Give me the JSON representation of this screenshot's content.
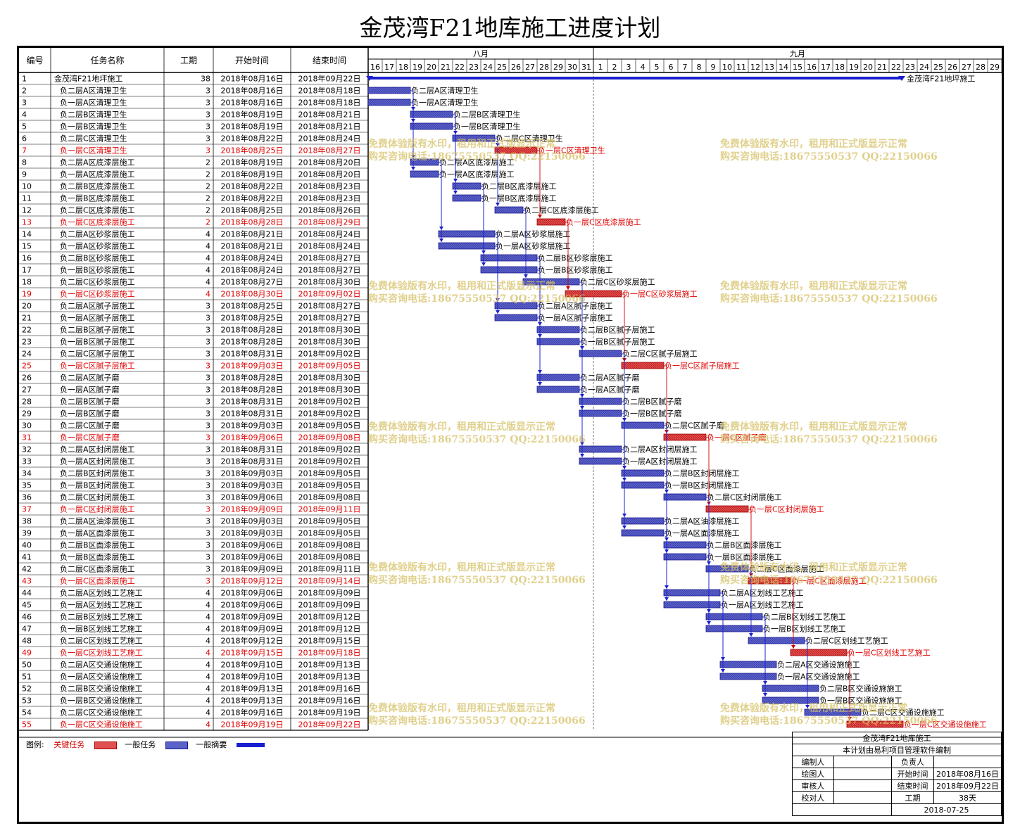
{
  "title": "金茂湾F21地库施工进度计划",
  "headers": {
    "id": "编号",
    "name": "任务名称",
    "duration": "工期",
    "start": "开始时间",
    "end": "结束时间"
  },
  "months": [
    {
      "label": "八月",
      "from": "08-16",
      "to": "08-31"
    },
    {
      "label": "九月",
      "from": "09-01",
      "to": "09-29"
    }
  ],
  "day_labels": [
    "16",
    "17",
    "18",
    "19",
    "20",
    "21",
    "22",
    "23",
    "24",
    "25",
    "26",
    "27",
    "28",
    "29",
    "30",
    "31",
    "1",
    "2",
    "3",
    "4",
    "5",
    "6",
    "7",
    "8",
    "9",
    "10",
    "11",
    "12",
    "13",
    "14",
    "15",
    "16",
    "17",
    "18",
    "19",
    "20",
    "21",
    "22",
    "23",
    "24",
    "25",
    "26",
    "27",
    "28",
    "29"
  ],
  "colors": {
    "critical": "#e05050",
    "critical_text": "#e00000",
    "normal": "#5b63c8",
    "summary": "#1a20d0",
    "link_blue": "#1a20d0",
    "link_red": "#d00000"
  },
  "chart_data": {
    "type": "gantt",
    "title": "金茂湾F21地库施工进度计划",
    "x_range": [
      "2018-08-16",
      "2018-09-29"
    ],
    "tasks": [
      {
        "id": "1",
        "name": "金茂湾F21地坪施工",
        "duration": 38,
        "start": "2018年08月16日",
        "end": "2018年09月22日",
        "kind": "summary"
      },
      {
        "id": "2",
        "name": "负二层A区清理卫生",
        "duration": 3,
        "start": "2018年08月16日",
        "end": "2018年08月18日",
        "kind": "normal"
      },
      {
        "id": "3",
        "name": "负一层A区清理卫生",
        "duration": 3,
        "start": "2018年08月16日",
        "end": "2018年08月18日",
        "kind": "normal"
      },
      {
        "id": "4",
        "name": "负二层B区清理卫生",
        "duration": 3,
        "start": "2018年08月19日",
        "end": "2018年08月21日",
        "kind": "normal"
      },
      {
        "id": "5",
        "name": "负一层B区清理卫生",
        "duration": 3,
        "start": "2018年08月19日",
        "end": "2018年08月21日",
        "kind": "normal"
      },
      {
        "id": "6",
        "name": "负二层C区清理卫生",
        "duration": 3,
        "start": "2018年08月22日",
        "end": "2018年08月24日",
        "kind": "normal"
      },
      {
        "id": "7",
        "name": "负一层C区清理卫生",
        "duration": 3,
        "start": "2018年08月25日",
        "end": "2018年08月27日",
        "kind": "critical"
      },
      {
        "id": "8",
        "name": "负二层A区底漆层施工",
        "duration": 2,
        "start": "2018年08月19日",
        "end": "2018年08月20日",
        "kind": "normal"
      },
      {
        "id": "9",
        "name": "负一层A区底漆层施工",
        "duration": 2,
        "start": "2018年08月19日",
        "end": "2018年08月20日",
        "kind": "normal"
      },
      {
        "id": "10",
        "name": "负二层B区底漆层施工",
        "duration": 2,
        "start": "2018年08月22日",
        "end": "2018年08月23日",
        "kind": "normal"
      },
      {
        "id": "11",
        "name": "负一层B区底漆层施工",
        "duration": 2,
        "start": "2018年08月22日",
        "end": "2018年08月23日",
        "kind": "normal"
      },
      {
        "id": "12",
        "name": "负二层C区底漆层施工",
        "duration": 2,
        "start": "2018年08月25日",
        "end": "2018年08月26日",
        "kind": "normal"
      },
      {
        "id": "13",
        "name": "负一层C区底漆层施工",
        "duration": 2,
        "start": "2018年08月28日",
        "end": "2018年08月29日",
        "kind": "critical"
      },
      {
        "id": "14",
        "name": "负二层A区砂浆层施工",
        "duration": 4,
        "start": "2018年08月21日",
        "end": "2018年08月24日",
        "kind": "normal"
      },
      {
        "id": "15",
        "name": "负一层A区砂浆层施工",
        "duration": 4,
        "start": "2018年08月21日",
        "end": "2018年08月24日",
        "kind": "normal"
      },
      {
        "id": "16",
        "name": "负二层B区砂浆层施工",
        "duration": 4,
        "start": "2018年08月24日",
        "end": "2018年08月27日",
        "kind": "normal"
      },
      {
        "id": "17",
        "name": "负一层B区砂浆层施工",
        "duration": 4,
        "start": "2018年08月24日",
        "end": "2018年08月27日",
        "kind": "normal"
      },
      {
        "id": "18",
        "name": "负二层C区砂浆层施工",
        "duration": 4,
        "start": "2018年08月27日",
        "end": "2018年08月30日",
        "kind": "normal"
      },
      {
        "id": "19",
        "name": "负一层C区砂浆层施工",
        "duration": 4,
        "start": "2018年08月30日",
        "end": "2018年09月02日",
        "kind": "critical"
      },
      {
        "id": "20",
        "name": "负二层A区腻子层施工",
        "duration": 3,
        "start": "2018年08月25日",
        "end": "2018年08月27日",
        "kind": "normal"
      },
      {
        "id": "21",
        "name": "负一层A区腻子层施工",
        "duration": 3,
        "start": "2018年08月25日",
        "end": "2018年08月27日",
        "kind": "normal"
      },
      {
        "id": "22",
        "name": "负二层B区腻子层施工",
        "duration": 3,
        "start": "2018年08月28日",
        "end": "2018年08月30日",
        "kind": "normal"
      },
      {
        "id": "23",
        "name": "负一层B区腻子层施工",
        "duration": 3,
        "start": "2018年08月28日",
        "end": "2018年08月30日",
        "kind": "normal"
      },
      {
        "id": "24",
        "name": "负二层C区腻子层施工",
        "duration": 3,
        "start": "2018年08月31日",
        "end": "2018年09月02日",
        "kind": "normal"
      },
      {
        "id": "25",
        "name": "负一层C区腻子层施工",
        "duration": 3,
        "start": "2018年09月03日",
        "end": "2018年09月05日",
        "kind": "critical"
      },
      {
        "id": "26",
        "name": "负二层A区腻子磨",
        "duration": 3,
        "start": "2018年08月28日",
        "end": "2018年08月30日",
        "kind": "normal"
      },
      {
        "id": "27",
        "name": "负一层A区腻子磨",
        "duration": 3,
        "start": "2018年08月28日",
        "end": "2018年08月30日",
        "kind": "normal"
      },
      {
        "id": "28",
        "name": "负二层B区腻子磨",
        "duration": 3,
        "start": "2018年08月31日",
        "end": "2018年09月02日",
        "kind": "normal"
      },
      {
        "id": "29",
        "name": "负一层B区腻子磨",
        "duration": 3,
        "start": "2018年08月31日",
        "end": "2018年09月02日",
        "kind": "normal"
      },
      {
        "id": "30",
        "name": "负二层C区腻子磨",
        "duration": 3,
        "start": "2018年09月03日",
        "end": "2018年09月05日",
        "kind": "normal"
      },
      {
        "id": "31",
        "name": "负一层C区腻子磨",
        "duration": 3,
        "start": "2018年09月06日",
        "end": "2018年09月08日",
        "kind": "critical"
      },
      {
        "id": "32",
        "name": "负二层A区封闭层施工",
        "duration": 3,
        "start": "2018年08月31日",
        "end": "2018年09月02日",
        "kind": "normal"
      },
      {
        "id": "33",
        "name": "负一层A区封闭层施工",
        "duration": 3,
        "start": "2018年08月31日",
        "end": "2018年09月02日",
        "kind": "normal"
      },
      {
        "id": "34",
        "name": "负二层B区封闭层施工",
        "duration": 3,
        "start": "2018年09月03日",
        "end": "2018年09月05日",
        "kind": "normal"
      },
      {
        "id": "35",
        "name": "负一层B区封闭层施工",
        "duration": 3,
        "start": "2018年09月03日",
        "end": "2018年09月05日",
        "kind": "normal"
      },
      {
        "id": "36",
        "name": "负二层C区封闭层施工",
        "duration": 3,
        "start": "2018年09月06日",
        "end": "2018年09月08日",
        "kind": "normal"
      },
      {
        "id": "37",
        "name": "负一层C区封闭层施工",
        "duration": 3,
        "start": "2018年09月09日",
        "end": "2018年09月11日",
        "kind": "critical"
      },
      {
        "id": "38",
        "name": "负二层A区油漆层施工",
        "duration": 3,
        "start": "2018年09月03日",
        "end": "2018年09月05日",
        "kind": "normal"
      },
      {
        "id": "39",
        "name": "负一层A区面漆层施工",
        "duration": 3,
        "start": "2018年09月03日",
        "end": "2018年09月05日",
        "kind": "normal"
      },
      {
        "id": "40",
        "name": "负二层B区面漆层施工",
        "duration": 3,
        "start": "2018年09月06日",
        "end": "2018年09月08日",
        "kind": "normal"
      },
      {
        "id": "41",
        "name": "负一层B区面漆层施工",
        "duration": 3,
        "start": "2018年09月06日",
        "end": "2018年09月08日",
        "kind": "normal"
      },
      {
        "id": "42",
        "name": "负二层C区面漆层施工",
        "duration": 3,
        "start": "2018年09月09日",
        "end": "2018年09月11日",
        "kind": "normal"
      },
      {
        "id": "43",
        "name": "负一层C区面漆层施工",
        "duration": 3,
        "start": "2018年09月12日",
        "end": "2018年09月14日",
        "kind": "critical"
      },
      {
        "id": "44",
        "name": "负二层A区划线工艺施工",
        "duration": 4,
        "start": "2018年09月06日",
        "end": "2018年09月09日",
        "kind": "normal"
      },
      {
        "id": "45",
        "name": "负一层A区划线工艺施工",
        "duration": 4,
        "start": "2018年09月06日",
        "end": "2018年09月09日",
        "kind": "normal"
      },
      {
        "id": "46",
        "name": "负二层B区划线工艺施工",
        "duration": 4,
        "start": "2018年09月09日",
        "end": "2018年09月12日",
        "kind": "normal"
      },
      {
        "id": "47",
        "name": "负一层B区划线工艺施工",
        "duration": 4,
        "start": "2018年09月09日",
        "end": "2018年09月12日",
        "kind": "normal"
      },
      {
        "id": "48",
        "name": "负二层C区划线工艺施工",
        "duration": 4,
        "start": "2018年09月12日",
        "end": "2018年09月15日",
        "kind": "normal"
      },
      {
        "id": "49",
        "name": "负一层C区划线工艺施工",
        "duration": 4,
        "start": "2018年09月15日",
        "end": "2018年09月18日",
        "kind": "critical"
      },
      {
        "id": "50",
        "name": "负二层A区交通设施施工",
        "duration": 4,
        "start": "2018年09月10日",
        "end": "2018年09月13日",
        "kind": "normal"
      },
      {
        "id": "51",
        "name": "负一层A区交通设施施工",
        "duration": 4,
        "start": "2018年09月10日",
        "end": "2018年09月13日",
        "kind": "normal"
      },
      {
        "id": "52",
        "name": "负二层B区交通设施施工",
        "duration": 4,
        "start": "2018年09月13日",
        "end": "2018年09月16日",
        "kind": "normal"
      },
      {
        "id": "53",
        "name": "负一层B区交通设施施工",
        "duration": 4,
        "start": "2018年09月13日",
        "end": "2018年09月16日",
        "kind": "normal"
      },
      {
        "id": "54",
        "name": "负二层C区交通设施施工",
        "duration": 4,
        "start": "2018年09月16日",
        "end": "2018年09月19日",
        "kind": "normal"
      },
      {
        "id": "55",
        "name": "负一层C区交通设施施工",
        "duration": 4,
        "start": "2018年09月19日",
        "end": "2018年09月22日",
        "kind": "critical"
      }
    ]
  },
  "watermark": {
    "line1": "免费体验版有水印，租用和正式版显示正常",
    "line2": "购买咨询电话:18675550537 QQ:22150066"
  },
  "legend": {
    "label": "图例:",
    "critical": "关键任务",
    "normal": "一般任务",
    "summary": "一般摘要"
  },
  "info": {
    "project": "金茂湾F21地库施工",
    "software": "本计划由易利项目管理软件编制",
    "editor_label": "编制人",
    "editor": "",
    "owner_label": "负责人",
    "owner": "",
    "drawer_label": "绘图人",
    "drawer": "",
    "start_label": "开始时间",
    "start": "2018年08月16日",
    "reviewer_label": "审核人",
    "reviewer": "",
    "end_label": "结束时间",
    "end": "2018年09月22日",
    "checker_label": "校对人",
    "checker": "",
    "duration_label": "工期",
    "duration": "38天",
    "date": "2018-07-25"
  }
}
